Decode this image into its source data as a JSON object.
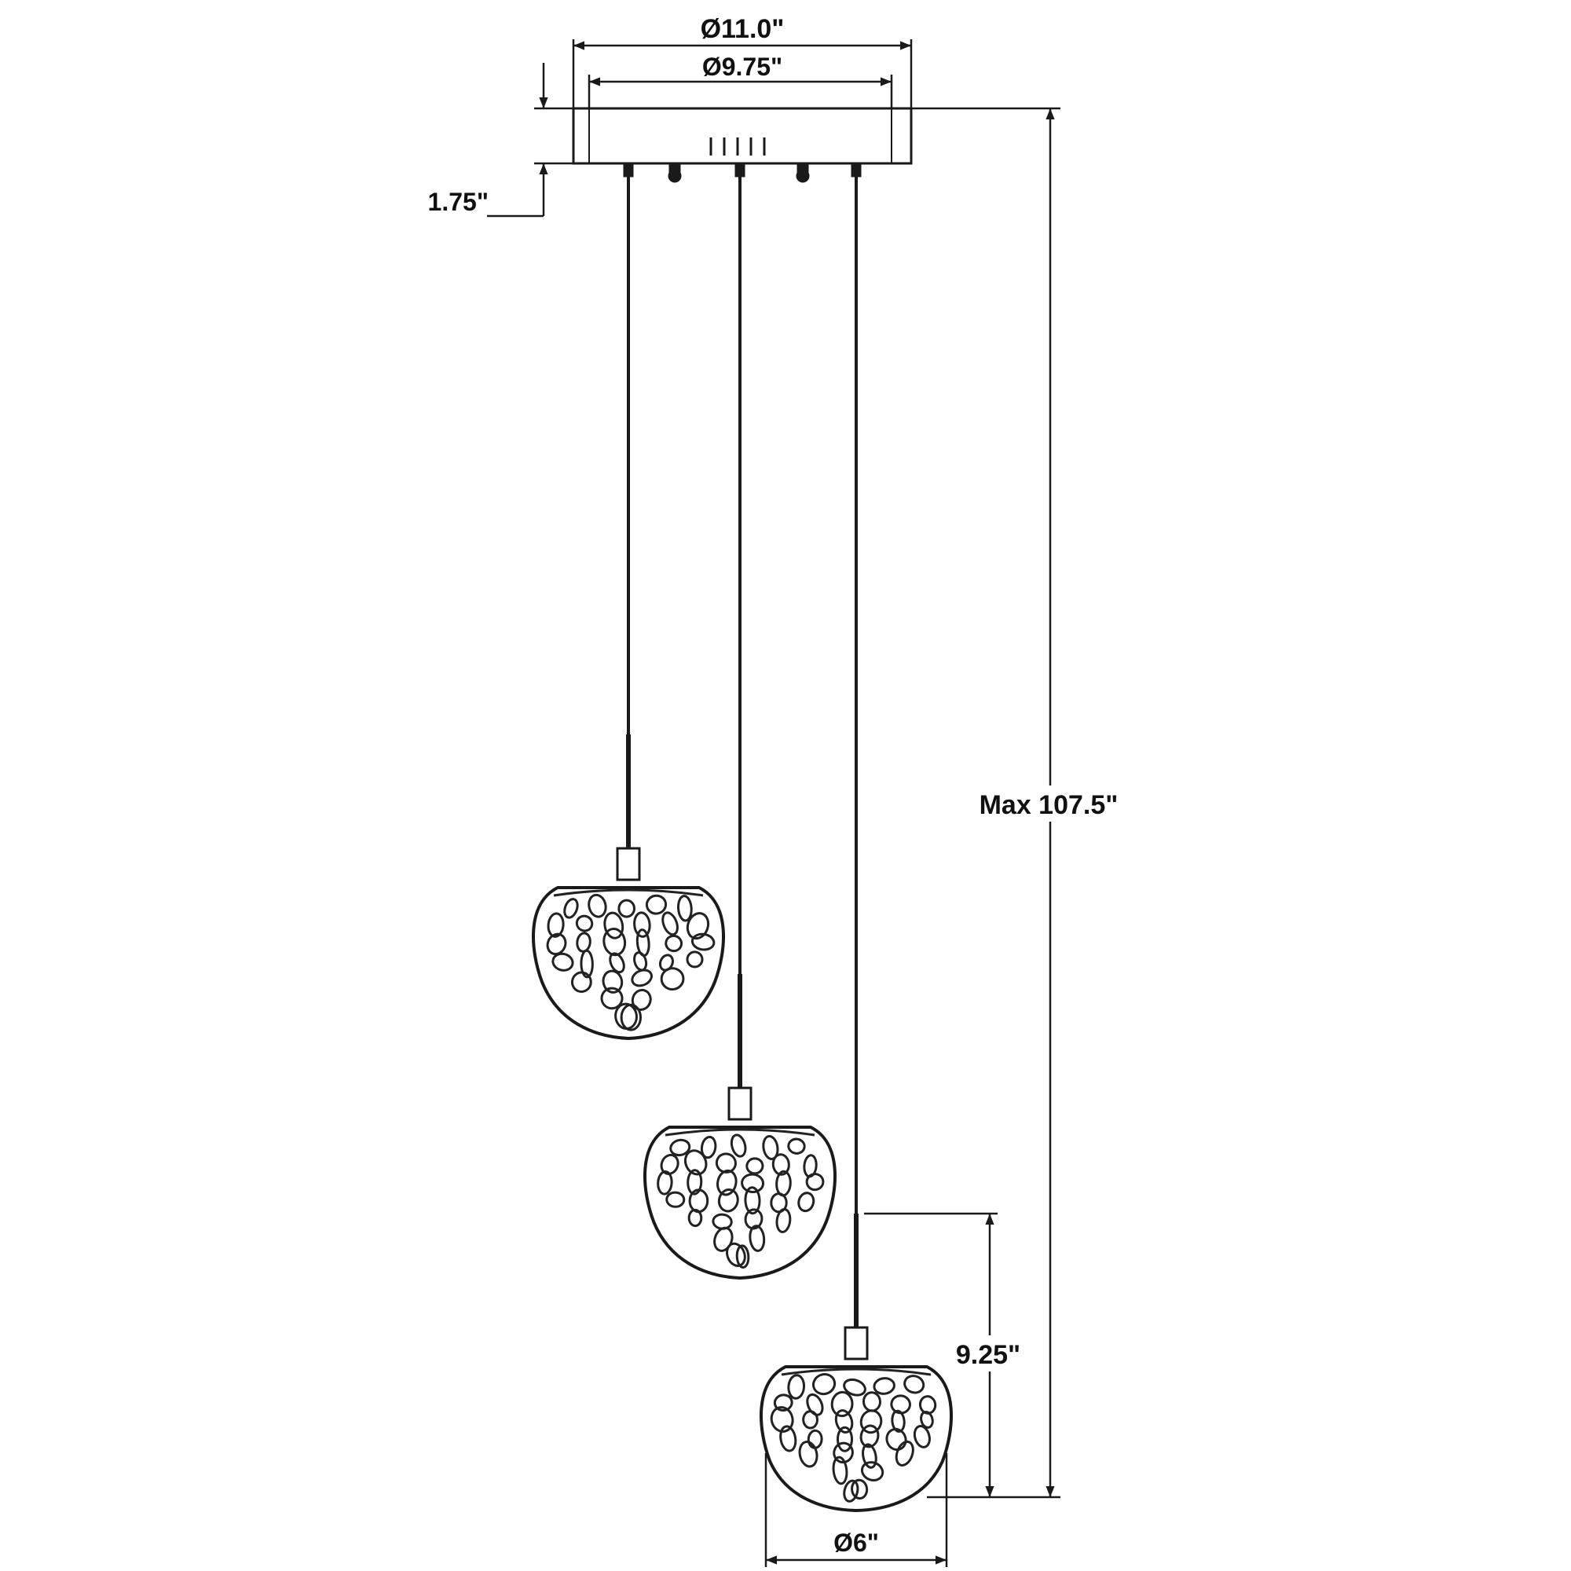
{
  "dimensions": {
    "canopy_outer_diameter": "Ø11.0\"",
    "canopy_inner_diameter": "Ø9.75\"",
    "canopy_height": "1.75\"",
    "max_overall_height": "Max 107.5\"",
    "shade_height": "9.25\"",
    "shade_diameter": "Ø6\""
  },
  "colors": {
    "line": "#1a1a1a",
    "background": "#ffffff"
  }
}
